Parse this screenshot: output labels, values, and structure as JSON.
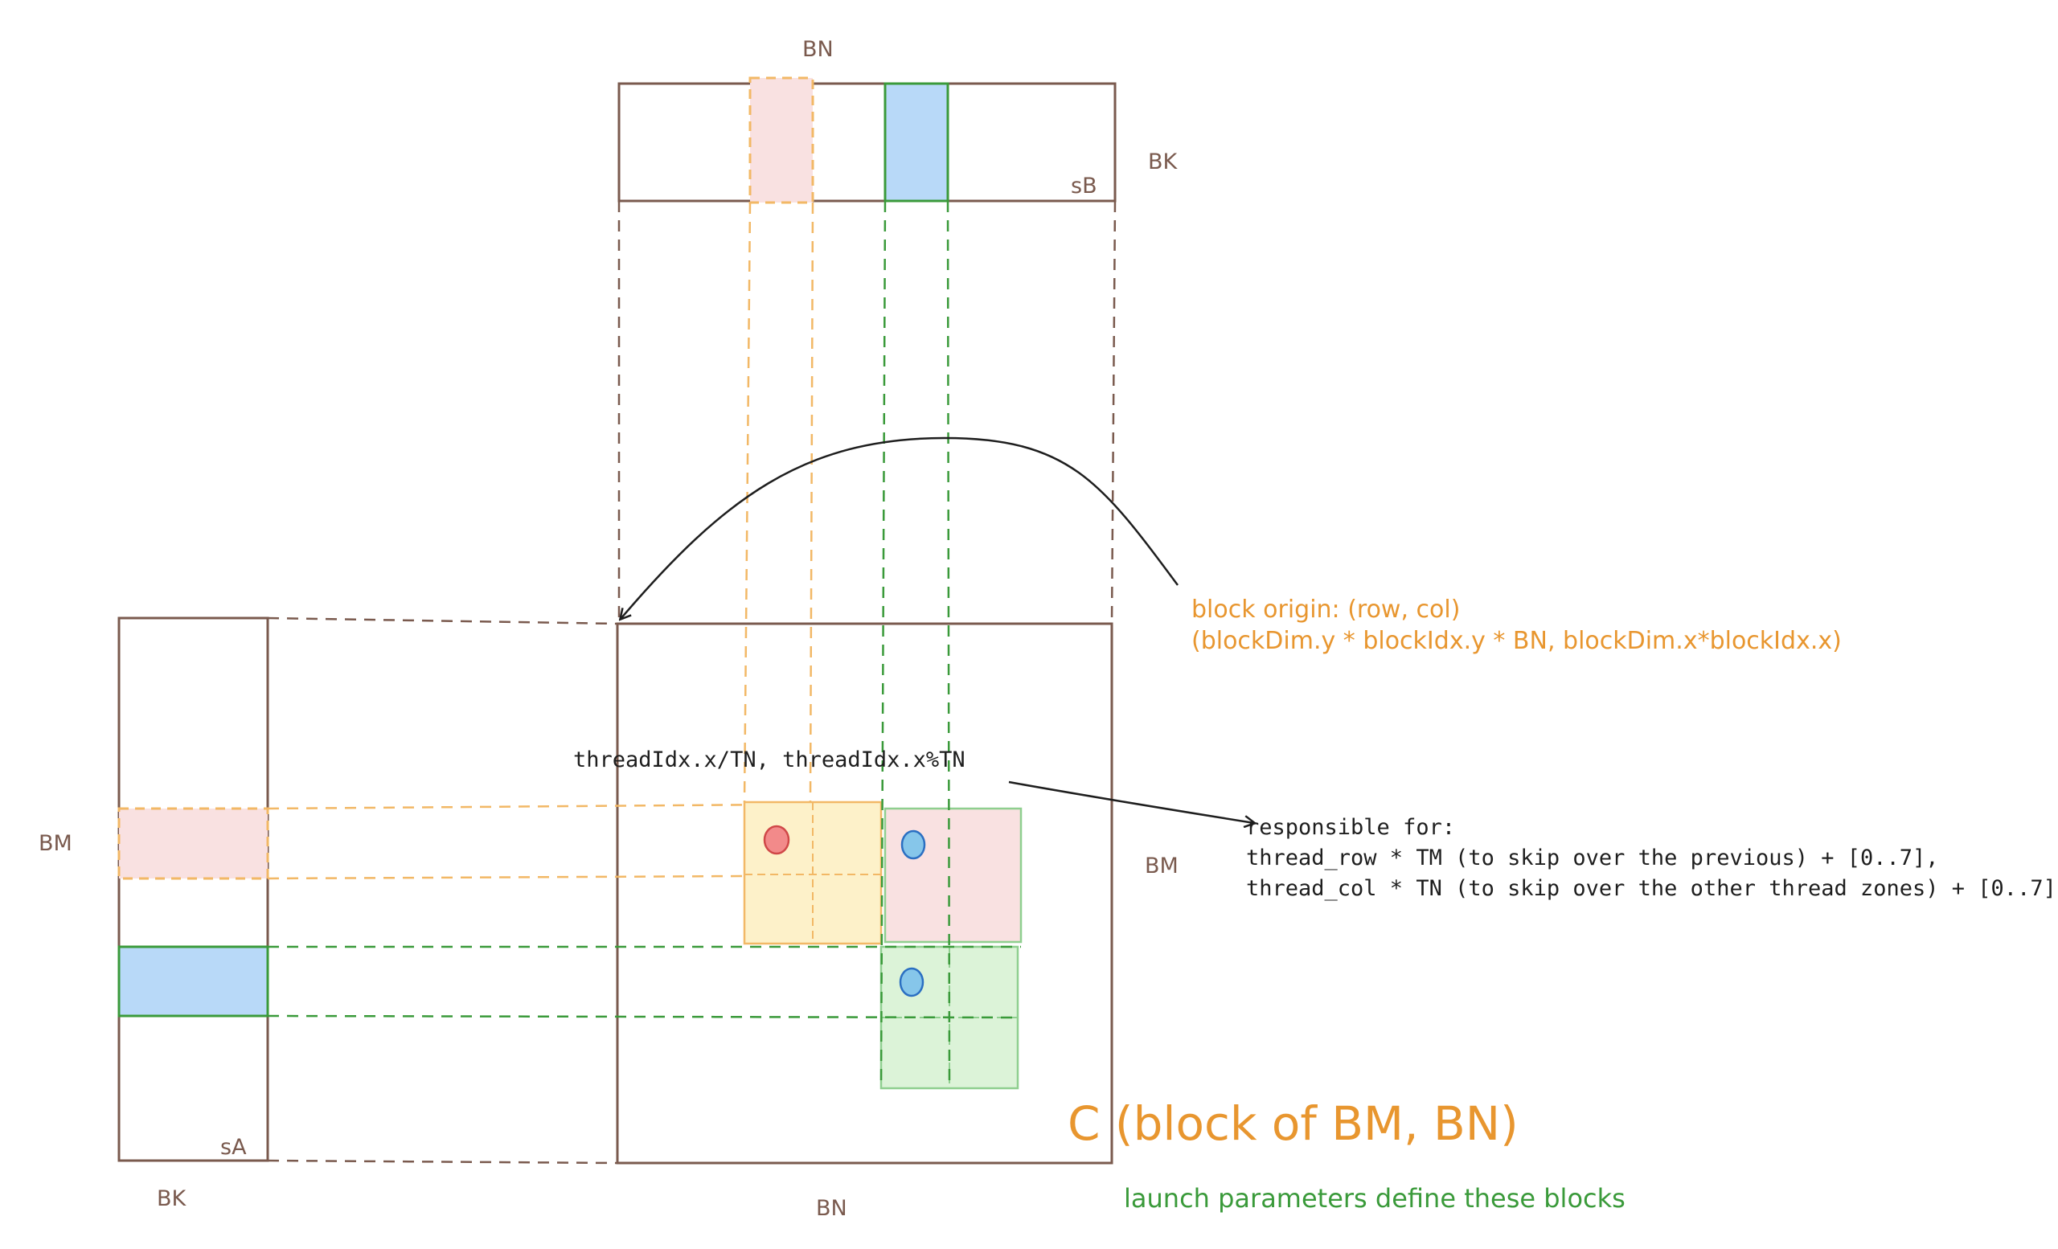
{
  "labels": {
    "top_bn": "BN",
    "top_bk": "BK",
    "sb": "sB",
    "left_bm": "BM",
    "sa": "sA",
    "bottom_bk": "BK",
    "bottom_bn": "BN",
    "right_bm": "BM"
  },
  "annotations": {
    "block_origin_line1": "block origin: (row, col)",
    "block_origin_line2": "(blockDim.y * blockIdx.y * BN, blockDim.x*blockIdx.x)",
    "thread_index": "threadIdx.x/TN, threadIdx.x%TN",
    "responsible_line1": "responsible for:",
    "responsible_line2": "thread_row * TM (to skip over the previous) + [0..7],",
    "responsible_line3": "thread_col * TN (to skip over the other thread zones) + [0..7]",
    "c_title": "C (block of BM, BN)",
    "launch_note": "launch parameters define these blocks"
  },
  "colors": {
    "frame": "#7a5a4e",
    "pink_fill": "#f9e1e1",
    "blue_fill": "#b8d9f8",
    "yellow_fill": "#fdf1c9",
    "green_fill": "#dcf3d8",
    "orange_dash": "#f2b866",
    "green_dash": "#3a9a3a",
    "red_dot": "#f28a8a",
    "blue_dot": "#86c6ea",
    "orange_text": "#e8962f",
    "green_text": "#3a9a3a"
  }
}
